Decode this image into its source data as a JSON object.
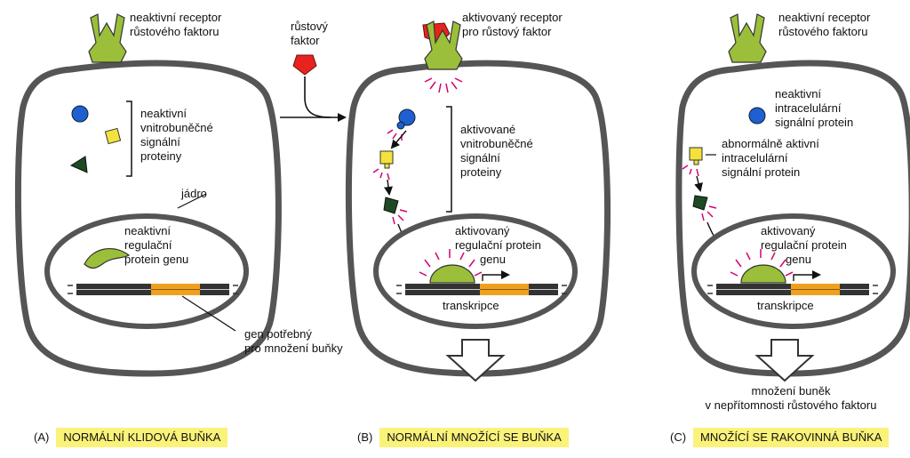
{
  "colors": {
    "membrane": "#555555",
    "receptor": "#9bbf3a",
    "growth_factor": "#e8231f",
    "blue_protein": "#1f5fd1",
    "yellow_protein": "#f4e23c",
    "green_protein": "#1d4a22",
    "gene": "#f0a020",
    "activation_rays": "#d6006e",
    "caption_highlight": "#fbf27a"
  },
  "panelA": {
    "receptor_label": [
      "neaktivní receptor",
      "růstového faktoru"
    ],
    "proteins_label": [
      "neaktivní",
      "vnitrobuněčné",
      "signální",
      "proteiny"
    ],
    "nucleus_label": "jádro",
    "regulator_label": [
      "neaktivní",
      "regulační",
      "protein genu"
    ],
    "gene_label": [
      "gen potřebný",
      "pro množení buňky"
    ],
    "caption_tag": "(A)",
    "caption": "NORMÁLNÍ KLIDOVÁ BUŇKA"
  },
  "growth_factor_label": [
    "růstový",
    "faktor"
  ],
  "panelB": {
    "receptor_label": [
      "aktivovaný receptor",
      "pro růstový faktor"
    ],
    "proteins_label": [
      "aktivované",
      "vnitrobuněčné",
      "signální",
      "proteiny"
    ],
    "regulator_label": [
      "aktivovaný",
      "regulační protein",
      "genu"
    ],
    "transcription_label": "transkripce",
    "caption_tag": "(B)",
    "caption": "NORMÁLNÍ MNOŽÍCÍ SE BUŇKA"
  },
  "panelC": {
    "receptor_label": [
      "neaktivní receptor",
      "růstového faktoru"
    ],
    "blue_label": [
      "neaktivní",
      "intracelulární",
      "signální protein"
    ],
    "abnormal_label": [
      "abnormálně aktivní",
      "intracelulární",
      "signální protein"
    ],
    "regulator_label": [
      "aktivovaný",
      "regulační protein",
      "genu"
    ],
    "transcription_label": "transkripce",
    "outcome_label": [
      "množení buněk",
      "v nepřítomnosti růstového faktoru"
    ],
    "caption_tag": "(C)",
    "caption": "MNOŽÍCÍ SE RAKOVINNÁ BUŇKA"
  }
}
